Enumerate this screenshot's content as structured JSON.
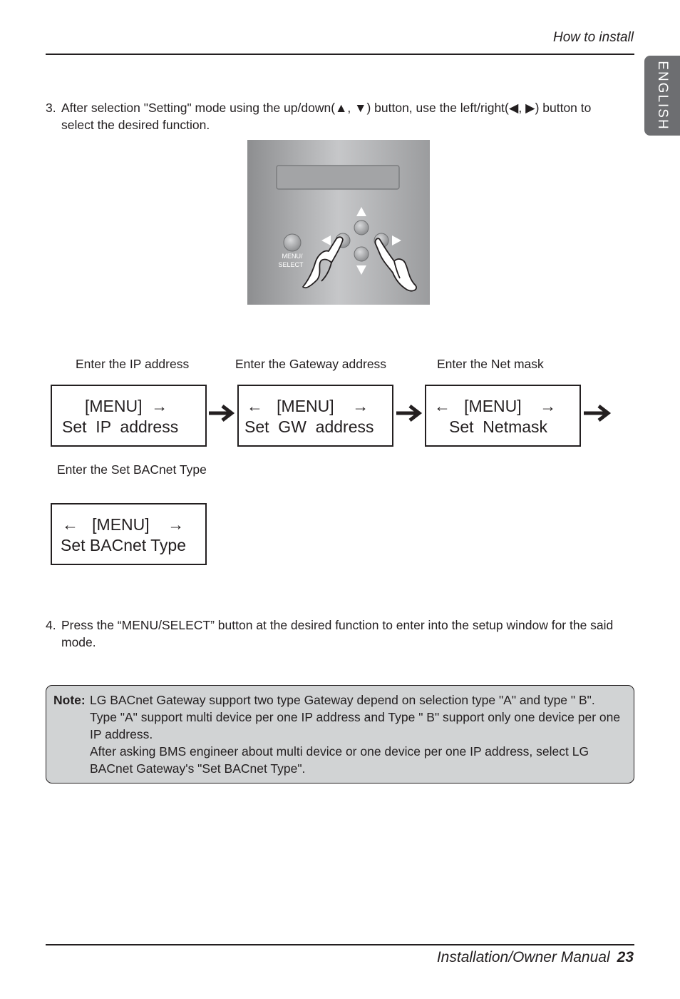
{
  "header": {
    "title": "How to install"
  },
  "language_tab": "ENGLISH",
  "step3": {
    "number": "3.",
    "text_parts": [
      "After selection \"Setting\" mode using the up/down(",
      ",",
      ") button, use the left/right(",
      ",",
      ") button to select the desired function."
    ]
  },
  "device_panel": {
    "menu_label_1": "MENU/",
    "menu_label_2": "SELECT"
  },
  "flow": {
    "captions": [
      "Enter the IP address",
      "Enter the Gateway address",
      "Enter the Net mask",
      "Enter the Set BACnet Type"
    ],
    "boxes": [
      {
        "line1": "[MENU]  →",
        "line2": "Set  IP  address"
      },
      {
        "line1": "←   [MENU]    →",
        "line2": "Set  GW  address"
      },
      {
        "line1": "←   [MENU]    →",
        "line2": "Set  Netmask"
      },
      {
        "line1": "←   [MENU]    →",
        "line2": "Set BACnet Type"
      }
    ]
  },
  "step4": {
    "number": "4.",
    "text": "Press the “MENU/SELECT” button at the desired function to enter into the setup window for the said mode."
  },
  "note": {
    "label": "Note:",
    "lines": [
      "LG BACnet Gateway support two type Gateway depend on selection type \"A\" and type \" B\".",
      "Type \"A\" support multi device per one IP address and Type \" B\" support only one device per one IP address.",
      "After asking BMS engineer about multi device or one device per one IP address, select LG BACnet Gateway's \"Set BACnet Type\"."
    ]
  },
  "footer": {
    "manual": "Installation/Owner Manual",
    "page": "23"
  }
}
